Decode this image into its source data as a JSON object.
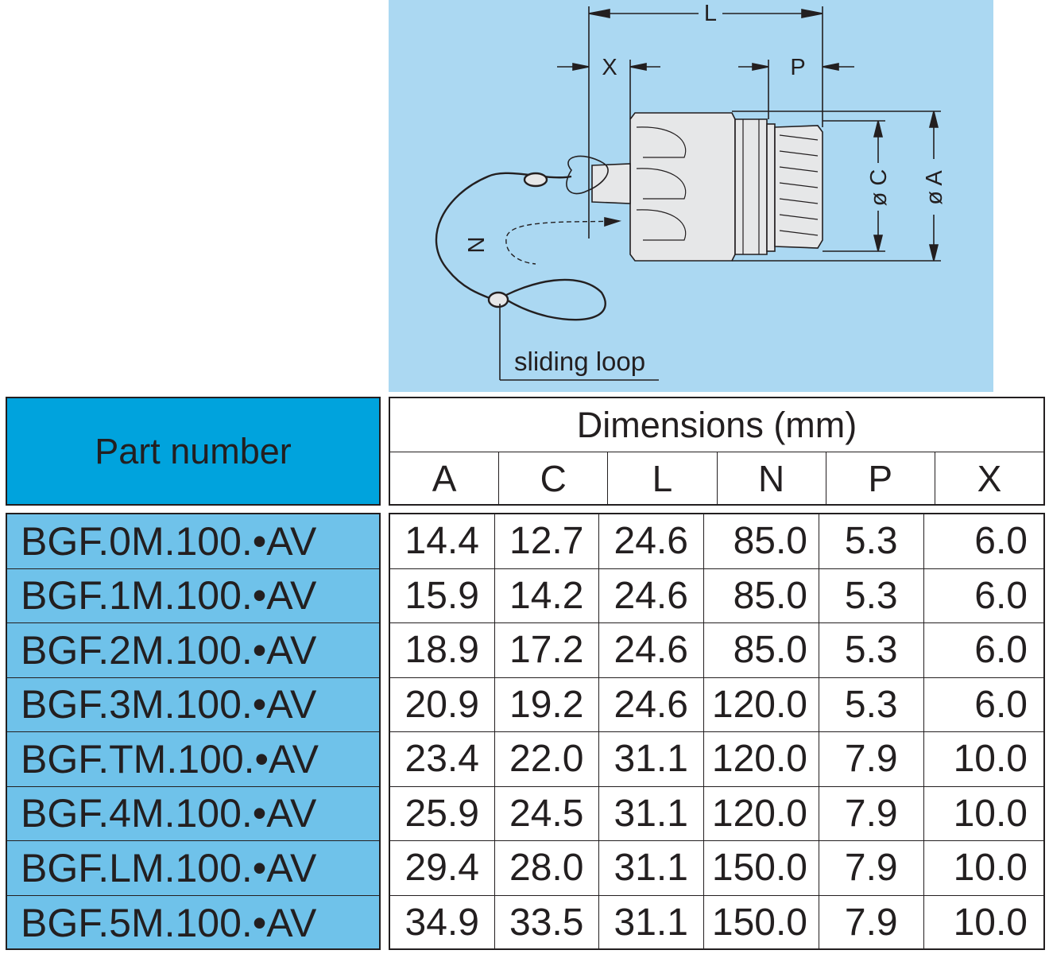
{
  "drawing": {
    "label_L": "L",
    "label_X": "X",
    "label_P": "P",
    "label_C": "ø C",
    "label_A": "ø A",
    "label_N": "N",
    "label_loop": "sliding loop",
    "background": "#abd8f2"
  },
  "table": {
    "part_header": "Part number",
    "dim_header": "Dimensions (mm)",
    "columns": [
      "A",
      "C",
      "L",
      "N",
      "P",
      "X"
    ],
    "rows": [
      {
        "part": "BGF.0M.100.•AV",
        "values": [
          "14.4",
          "12.7",
          "24.6",
          "85.0",
          "5.3",
          "6.0"
        ]
      },
      {
        "part": "BGF.1M.100.•AV",
        "values": [
          "15.9",
          "14.2",
          "24.6",
          "85.0",
          "5.3",
          "6.0"
        ]
      },
      {
        "part": "BGF.2M.100.•AV",
        "values": [
          "18.9",
          "17.2",
          "24.6",
          "85.0",
          "5.3",
          "6.0"
        ]
      },
      {
        "part": "BGF.3M.100.•AV",
        "values": [
          "20.9",
          "19.2",
          "24.6",
          "120.0",
          "5.3",
          "6.0"
        ]
      },
      {
        "part": "BGF.TM.100.•AV",
        "values": [
          "23.4",
          "22.0",
          "31.1",
          "120.0",
          "7.9",
          "10.0"
        ]
      },
      {
        "part": "BGF.4M.100.•AV",
        "values": [
          "25.9",
          "24.5",
          "31.1",
          "120.0",
          "7.9",
          "10.0"
        ]
      },
      {
        "part": "BGF.LM.100.•AV",
        "values": [
          "29.4",
          "28.0",
          "31.1",
          "150.0",
          "7.9",
          "10.0"
        ]
      },
      {
        "part": "BGF.5M.100.•AV",
        "values": [
          "34.9",
          "33.5",
          "31.1",
          "150.0",
          "7.9",
          "10.0"
        ]
      }
    ],
    "colors": {
      "header_blue": "#00a3dd",
      "column_blue": "#6fc2ea",
      "text": "#231f20"
    }
  }
}
